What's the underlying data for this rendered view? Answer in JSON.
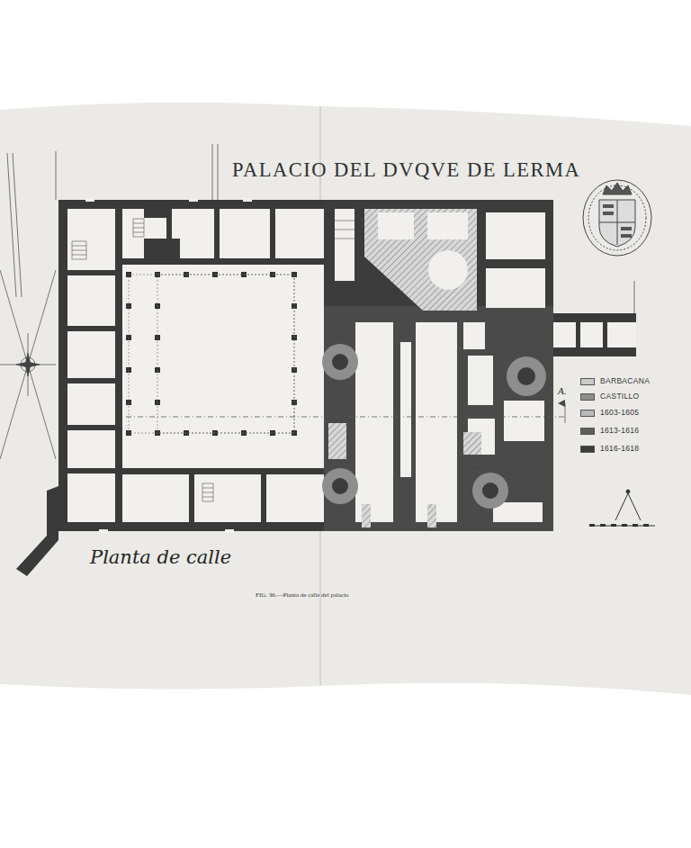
{
  "diagram": {
    "title": "PALACIO DEL DVQVE DE LERMA",
    "caption": "FIG. 36.—Planta de calle del palacio",
    "labels": [
      "Planta de calle",
      "A."
    ],
    "legend": [
      {
        "text": "BARBACANA",
        "color": "#c9c9c9"
      },
      {
        "text": "CASTILLO",
        "color": "#8e8e8e"
      },
      {
        "text": "1603-1605",
        "color": "#b8b8b8"
      },
      {
        "text": "1613-1616",
        "color": "#5e5e5e"
      },
      {
        "text": "1616-1618",
        "color": "#3c3c3c"
      }
    ]
  }
}
